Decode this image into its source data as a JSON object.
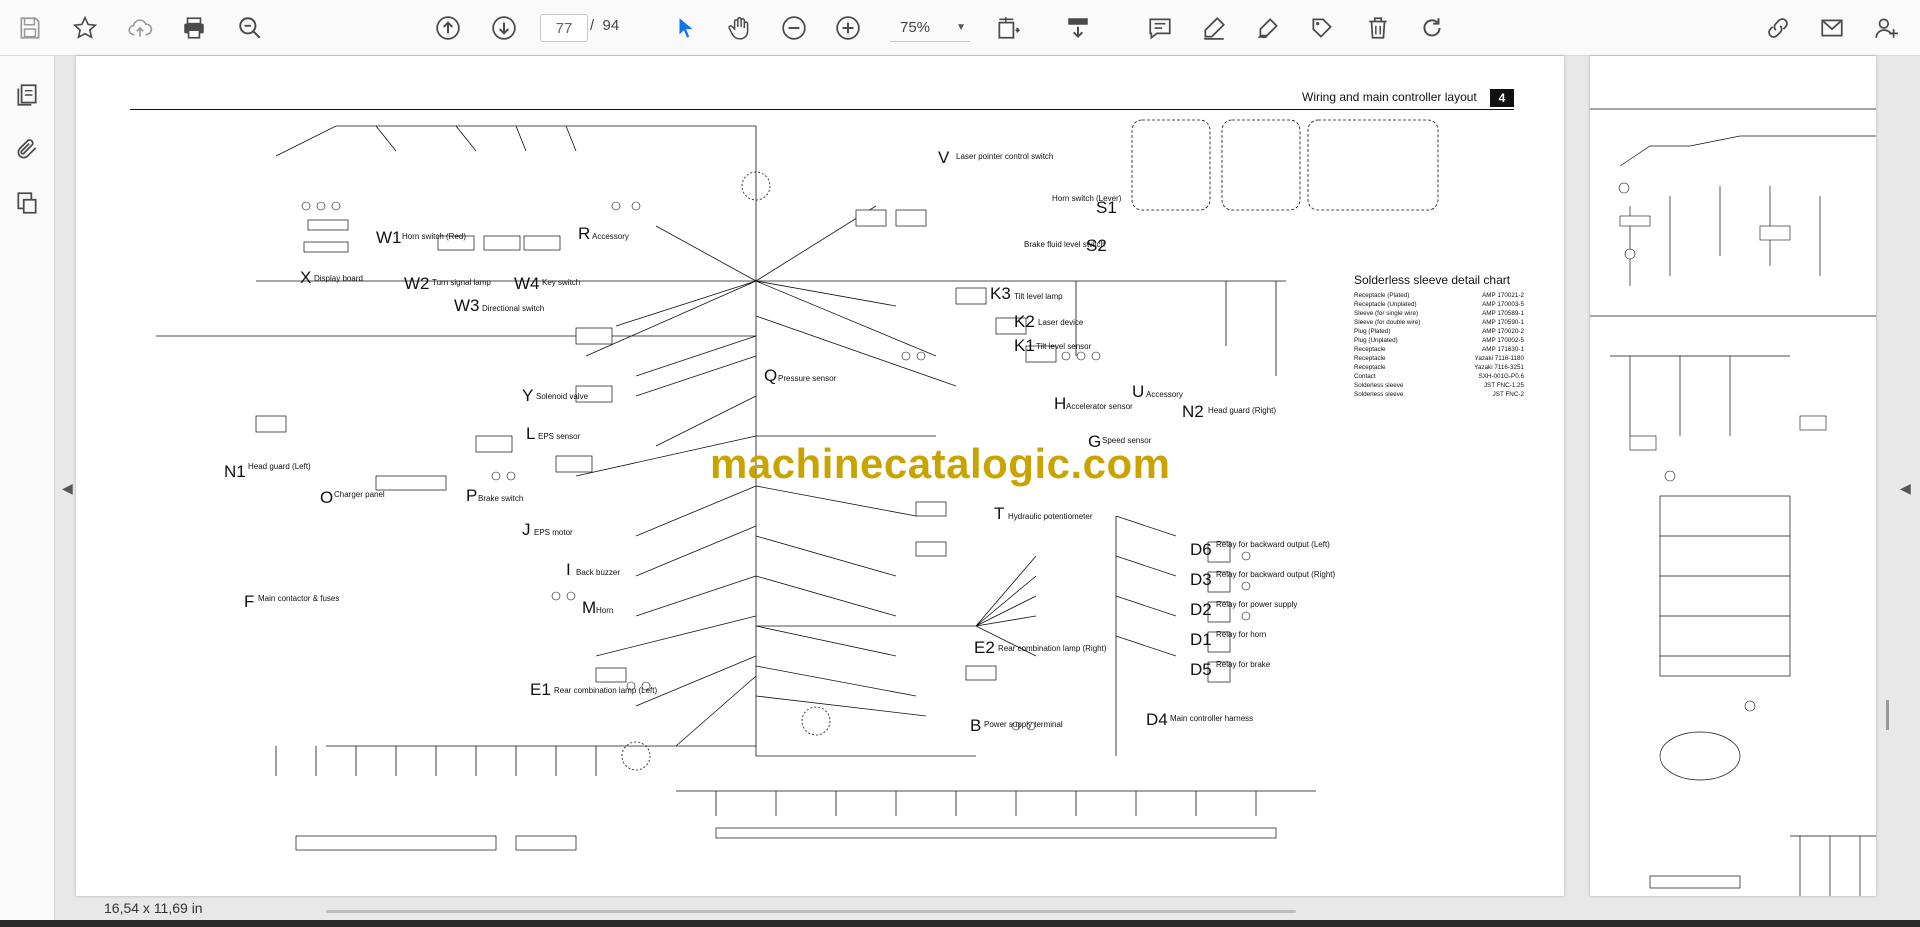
{
  "toolbar": {
    "page_current": "77",
    "page_separator": "/",
    "page_total": "94",
    "zoom_value": "75%"
  },
  "document": {
    "header_title": "Wiring and main controller layout",
    "header_number": "4",
    "watermark": "machinecatalogic.com",
    "page_dimensions": "16,54 x 11,69 in"
  },
  "diagram": {
    "labels": [
      {
        "id": "V",
        "text": "V",
        "desc": "Laser pointer control switch"
      },
      {
        "id": "S1",
        "text": "S1",
        "desc": "Horn switch (Lever)"
      },
      {
        "id": "S2",
        "text": "S2",
        "desc": "Brake fluid level switch"
      },
      {
        "id": "R",
        "text": "R",
        "desc": "Accessory"
      },
      {
        "id": "W1",
        "text": "W1",
        "desc": "Horn switch (Red)"
      },
      {
        "id": "X",
        "text": "X",
        "desc": "Display board"
      },
      {
        "id": "W2",
        "text": "W2",
        "desc": "Turn signal lamp"
      },
      {
        "id": "W4",
        "text": "W4",
        "desc": "Key switch"
      },
      {
        "id": "W3",
        "text": "W3",
        "desc": "Directional switch"
      },
      {
        "id": "K3",
        "text": "K3",
        "desc": "Tilt level lamp"
      },
      {
        "id": "K2",
        "text": "K2",
        "desc": "Laser device"
      },
      {
        "id": "K1",
        "text": "K1",
        "desc": "Tilt level sensor"
      },
      {
        "id": "U",
        "text": "U",
        "desc": "Accessory"
      },
      {
        "id": "N2",
        "text": "N2",
        "desc": "Head guard (Right)"
      },
      {
        "id": "Q",
        "text": "Q",
        "desc": "Pressure sensor"
      },
      {
        "id": "H",
        "text": "H",
        "desc": "Accelerator sensor"
      },
      {
        "id": "G",
        "text": "G",
        "desc": "Speed sensor"
      },
      {
        "id": "Y",
        "text": "Y",
        "desc": "Solenoid valve"
      },
      {
        "id": "L",
        "text": "L",
        "desc": "EPS sensor"
      },
      {
        "id": "N1",
        "text": "N1",
        "desc": "Head guard (Left)"
      },
      {
        "id": "O",
        "text": "O",
        "desc": "Charger panel"
      },
      {
        "id": "P",
        "text": "P",
        "desc": "Brake switch"
      },
      {
        "id": "J",
        "text": "J",
        "desc": "EPS motor"
      },
      {
        "id": "T",
        "text": "T",
        "desc": "Hydraulic potentiometer"
      },
      {
        "id": "I",
        "text": "I",
        "desc": "Back buzzer"
      },
      {
        "id": "F",
        "text": "F",
        "desc": "Main contactor & fuses"
      },
      {
        "id": "M",
        "text": "M",
        "desc": "Horn"
      },
      {
        "id": "D6",
        "text": "D6",
        "desc": "Relay for backward output (Left)"
      },
      {
        "id": "D3",
        "text": "D3",
        "desc": "Relay for backward output (Right)"
      },
      {
        "id": "D2",
        "text": "D2",
        "desc": "Relay for power supply"
      },
      {
        "id": "D1",
        "text": "D1",
        "desc": "Relay for horn"
      },
      {
        "id": "D5",
        "text": "D5",
        "desc": "Relay for brake"
      },
      {
        "id": "E2",
        "text": "E2",
        "desc": "Rear combination lamp (Right)"
      },
      {
        "id": "E1",
        "text": "E1",
        "desc": "Rear combination lamp (Left)"
      },
      {
        "id": "B",
        "text": "B",
        "desc": "Power supply terminal"
      },
      {
        "id": "D4",
        "text": "D4",
        "desc": "Main controller harness"
      }
    ],
    "notes_title": "Solderless sleeve detail chart",
    "notes_lines": [
      [
        "Receptacle (Plated)",
        "AMP 170021-2"
      ],
      [
        "Receptacle (Unplated)",
        "AMP 170003-5"
      ],
      [
        "Sleeve (for single wire)",
        "AMP 170589-1"
      ],
      [
        "Sleeve (for double wire)",
        "AMP 170590-1"
      ],
      [
        "Plug (Plated)",
        "AMP 170020-2"
      ],
      [
        "Plug (Unplated)",
        "AMP 170002-5"
      ],
      [
        "Receptacle",
        "AMP 171630-1"
      ],
      [
        "Receptacle",
        "Yazaki 7116-1180"
      ],
      [
        "Receptacle",
        "Yazaki 7116-3251"
      ],
      [
        "Contact",
        "SXH-001G-P0.6"
      ],
      [
        "Solderless sleeve",
        "JST FNC-1.25"
      ],
      [
        "Solderless sleeve",
        "JST FNC-2"
      ]
    ]
  },
  "colors": {
    "watermark": "#c9a400",
    "accent_blue": "#1473e6",
    "icon_gray": "#4a4a4a"
  }
}
